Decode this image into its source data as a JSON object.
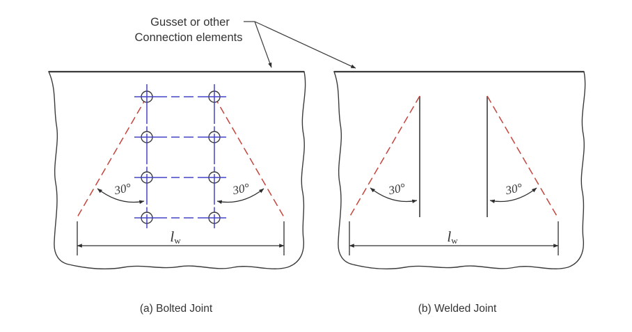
{
  "figure": {
    "annotation": {
      "line1": "Gusset or other",
      "line2": "Connection elements"
    },
    "panel_a": {
      "caption": "(a) Bolted Joint",
      "angle_left": "30°",
      "angle_right": "30°",
      "dim_symbol": "l",
      "dim_subscript": "w"
    },
    "panel_b": {
      "caption": "(b) Welded Joint",
      "angle_left": "30°",
      "angle_right": "30°",
      "dim_symbol": "l",
      "dim_subscript": "w"
    },
    "colors": {
      "outline": "#3a3a3a",
      "spread_line": "#c4443c",
      "bolt_line": "#4343c6",
      "text": "#333333",
      "background": "#ffffff"
    }
  }
}
